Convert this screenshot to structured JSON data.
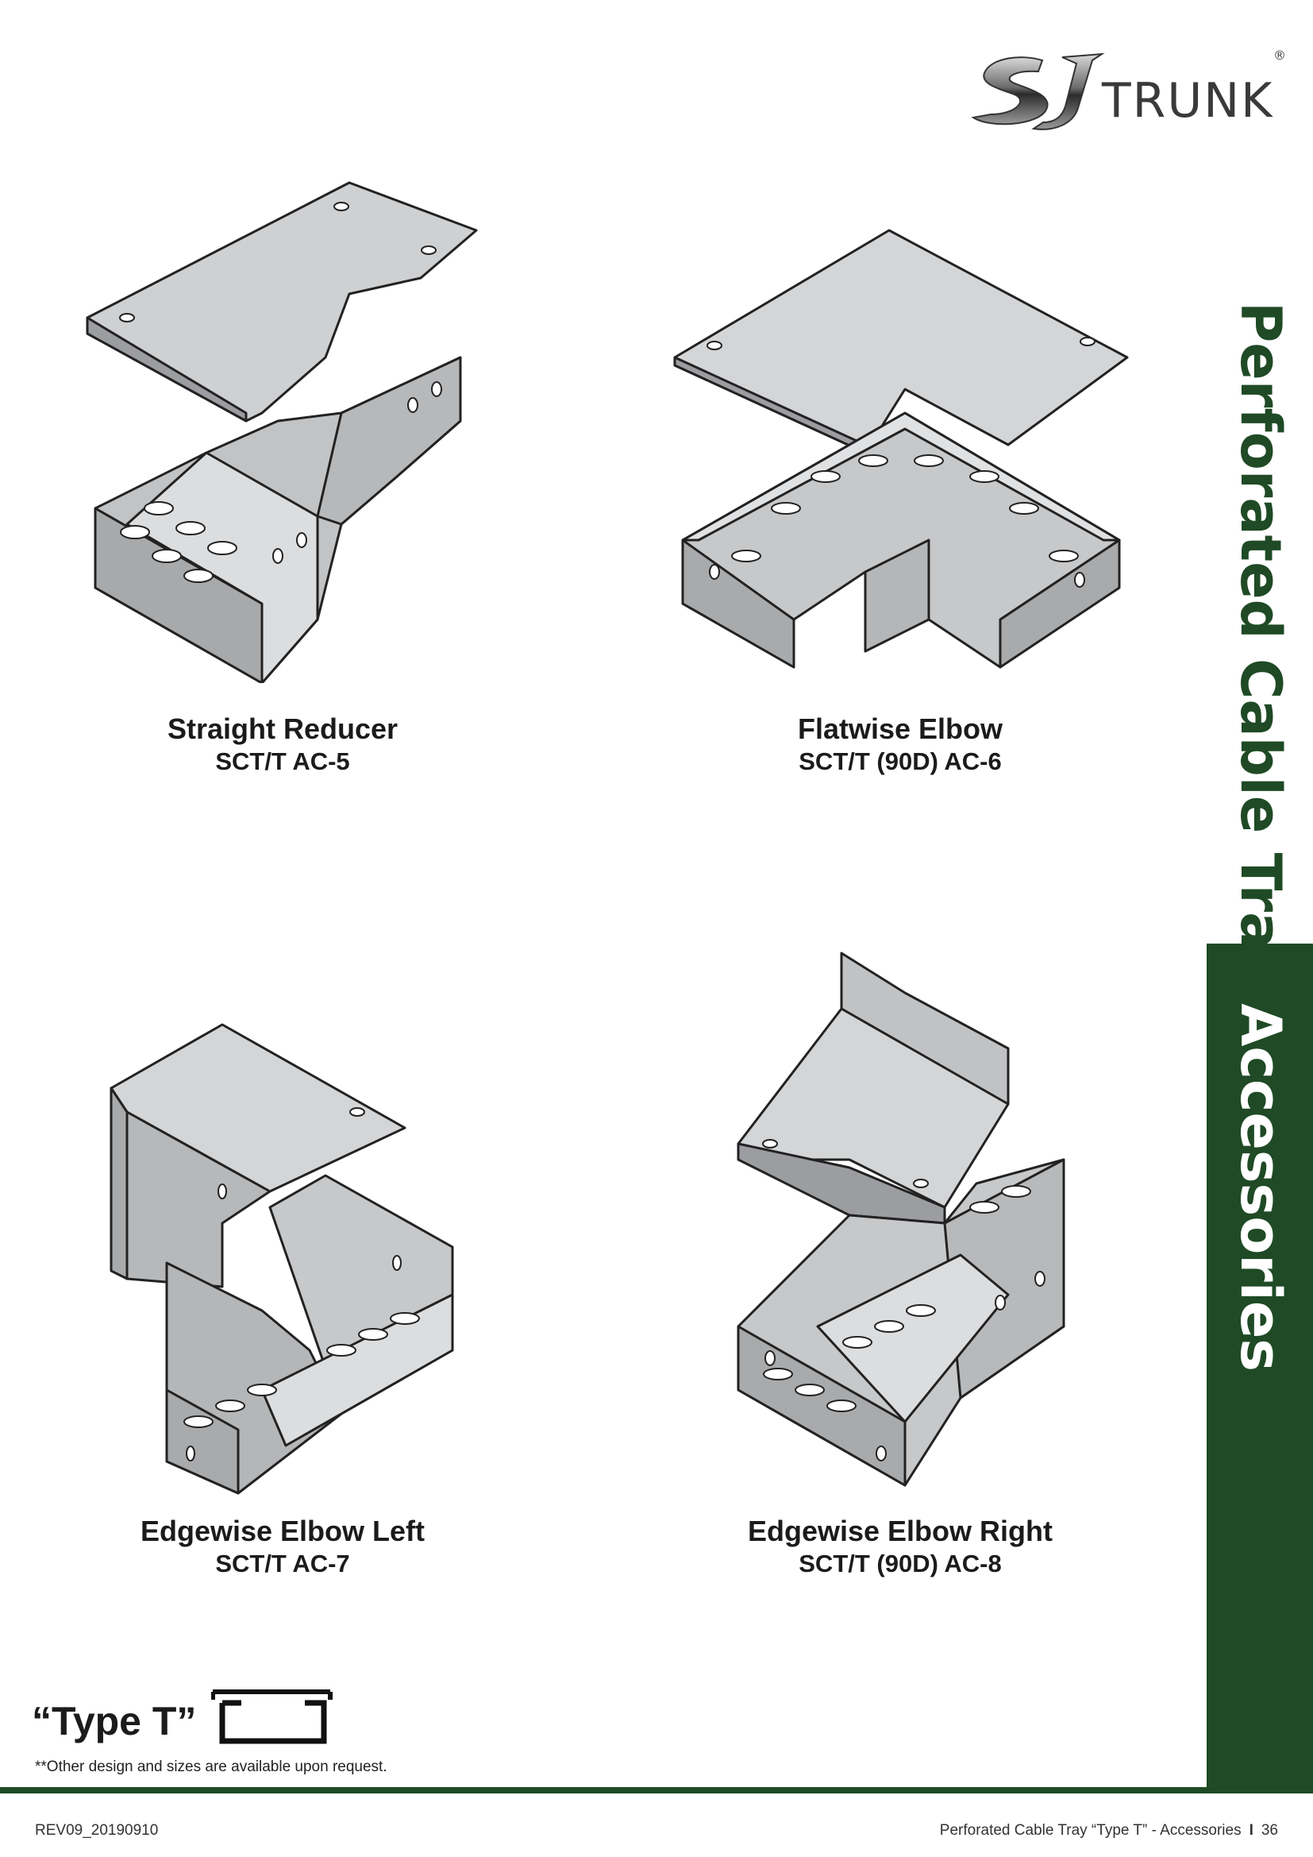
{
  "brand": {
    "logo_text": "TRUNK",
    "registered_mark": "®",
    "logo_monogram": "SJ"
  },
  "side_title": {
    "main": "Perforated Cable Tray ",
    "accent": "Accessories",
    "accent_color": "#1f4a25"
  },
  "products": [
    {
      "name": "Straight Reducer",
      "code": "SCT/T AC-5",
      "icon": "straight-reducer-illustration"
    },
    {
      "name": "Flatwise Elbow",
      "code": "SCT/T (90D) AC-6",
      "icon": "flatwise-elbow-illustration"
    },
    {
      "name": "Edgewise Elbow Left",
      "code": "SCT/T AC-7",
      "icon": "edgewise-elbow-left-illustration"
    },
    {
      "name": "Edgewise Elbow Right",
      "code": "SCT/T (90D) AC-8",
      "icon": "edgewise-elbow-right-illustration"
    }
  ],
  "type_label": "“Type T”",
  "footnote": "**Other design and sizes are available upon request.",
  "footer": {
    "revision": "REV09_20190910",
    "section": "Perforated Cable Tray “Type T” - Accessories",
    "separator": "I",
    "page": "36"
  }
}
